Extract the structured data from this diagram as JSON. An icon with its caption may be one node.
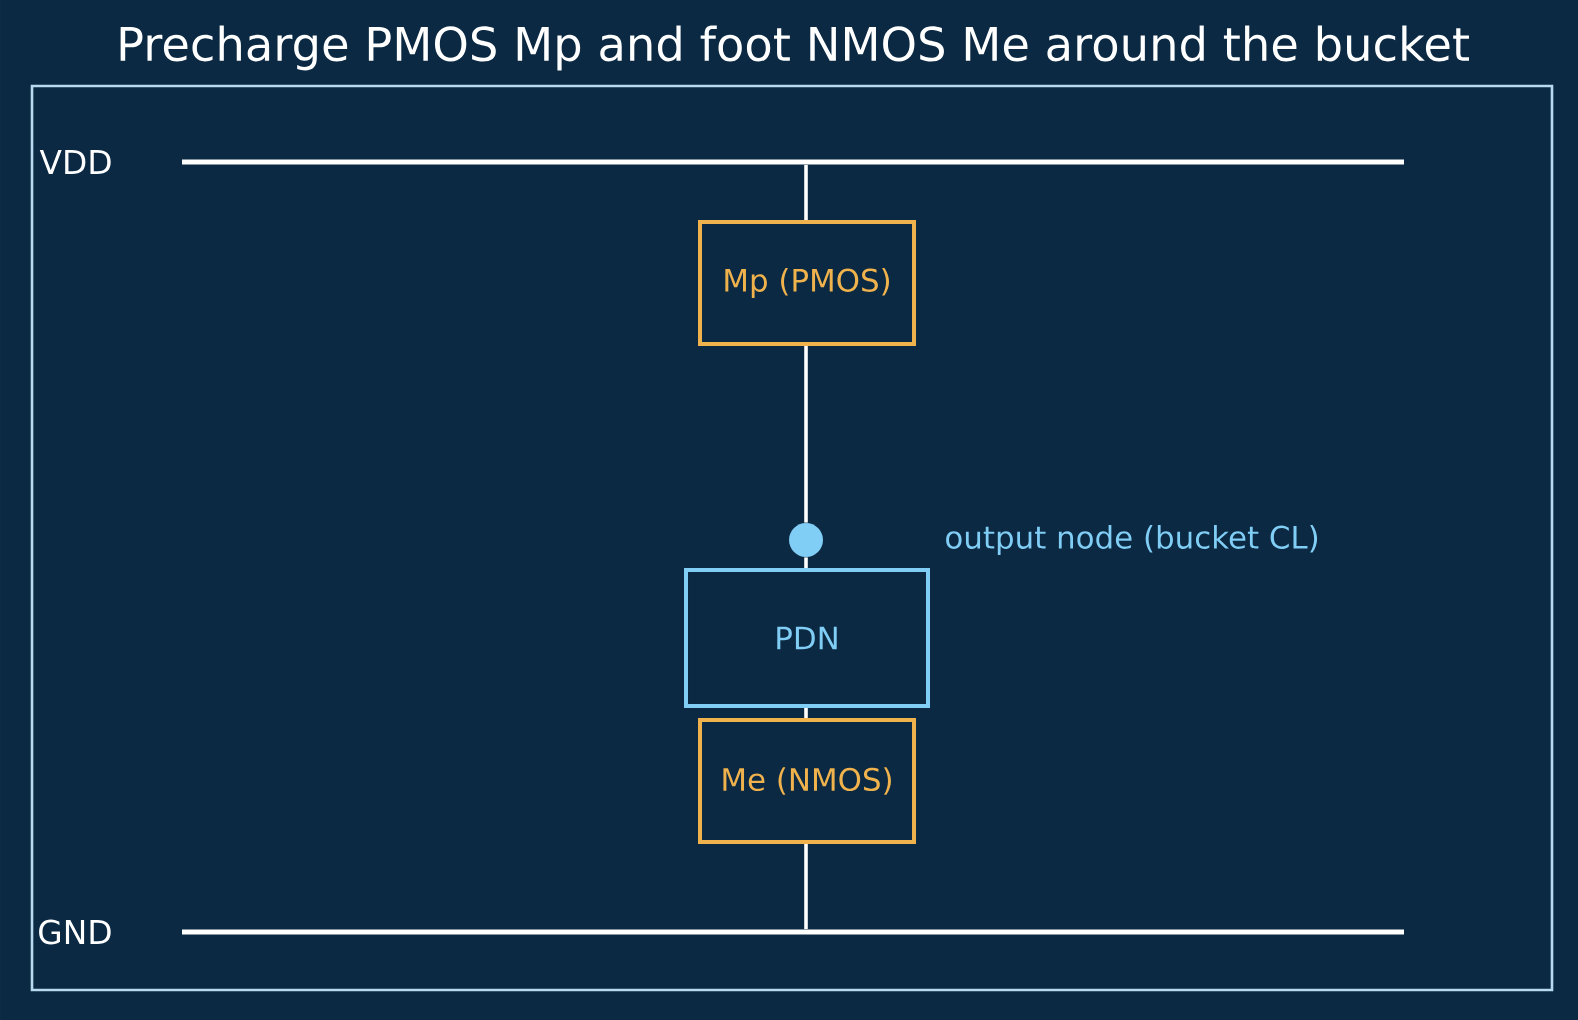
{
  "diagram": {
    "title": "Precharge PMOS Mp and foot NMOS Me around the bucket",
    "nodes": [
      {
        "text": [
          "VDD"
        ]
      },
      {
        "text": [
          "Mp (PMOS)"
        ]
      },
      {
        "text": [],
        "shape": "circle"
      },
      {
        "text": [
          "PDN"
        ]
      },
      {
        "text": [
          "Me (NMOS)"
        ]
      },
      {
        "text": [
          "GND"
        ]
      }
    ],
    "edges": [
      {
        "from": 0,
        "to": 1,
        "arrow": "none"
      },
      {
        "from": 1,
        "to": 2,
        "arrow": "none"
      },
      {
        "from": 2,
        "to": 3,
        "arrow": "none"
      },
      {
        "from": 3,
        "to": 4,
        "arrow": "none"
      },
      {
        "from": 4,
        "to": 5,
        "arrow": "none"
      }
    ],
    "labels": [
      "output node (bucket CL)"
    ]
  }
}
